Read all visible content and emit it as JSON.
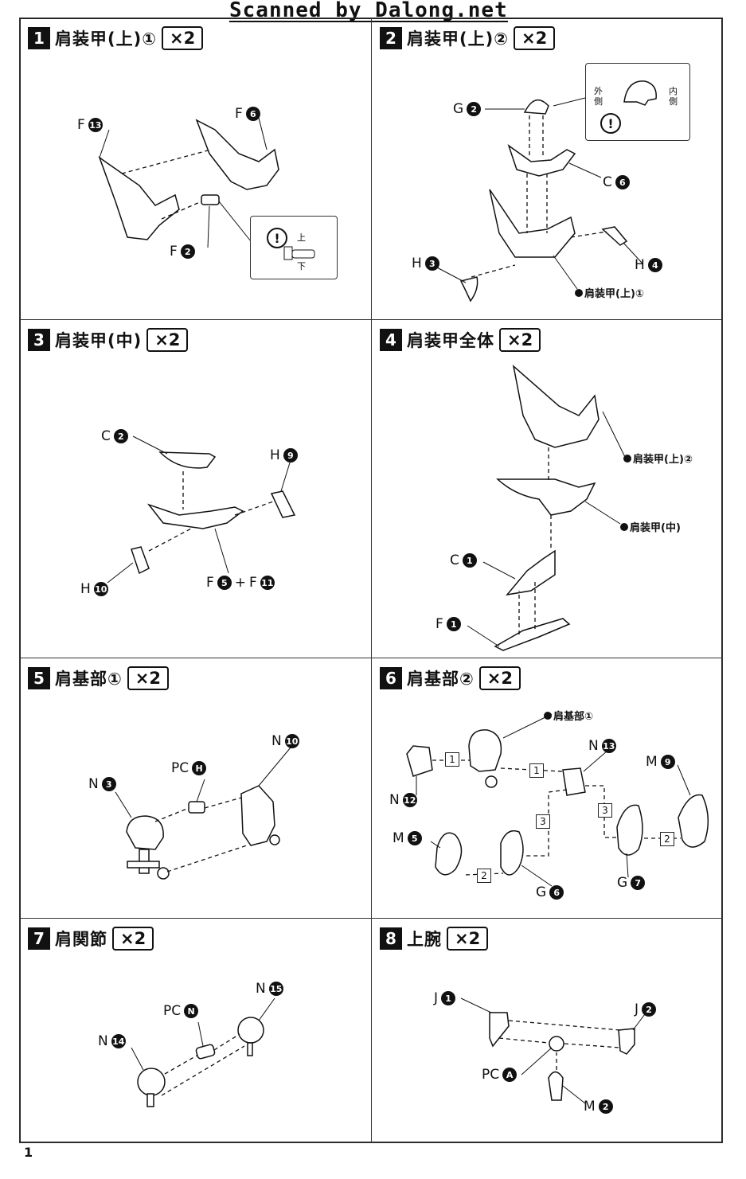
{
  "watermark": "Scanned by Dalong.net",
  "page_number": "1",
  "steps": [
    {
      "num": "1",
      "title": "肩装甲(上)①",
      "qty": "×2",
      "labels": [
        {
          "t": "F",
          "n": "13"
        },
        {
          "t": "F",
          "n": "6"
        },
        {
          "t": "F",
          "n": "2"
        }
      ],
      "note": {
        "icon": "!",
        "top": "上",
        "bottom": "下"
      }
    },
    {
      "num": "2",
      "title": "肩装甲(上)②",
      "qty": "×2",
      "labels": [
        {
          "t": "G",
          "n": "2"
        },
        {
          "t": "C",
          "n": "6"
        },
        {
          "t": "H",
          "n": "3"
        },
        {
          "t": "H",
          "n": "4"
        }
      ],
      "note": {
        "icon": "!",
        "outer": "外側",
        "inner": "内側"
      },
      "ref": "肩装甲(上)①"
    },
    {
      "num": "3",
      "title": "肩装甲(中)",
      "qty": "×2",
      "labels": [
        {
          "t": "C",
          "n": "2"
        },
        {
          "t": "H",
          "n": "9"
        },
        {
          "t": "H",
          "n": "10"
        }
      ],
      "combo": {
        "a": "F",
        "an": "5",
        "plus": "+",
        "b": "F",
        "bn": "11"
      }
    },
    {
      "num": "4",
      "title": "肩装甲全体",
      "qty": "×2",
      "labels": [
        {
          "t": "C",
          "n": "1"
        },
        {
          "t": "F",
          "n": "1"
        }
      ],
      "refs": [
        "肩装甲(上)②",
        "肩装甲(中)"
      ]
    },
    {
      "num": "5",
      "title": "肩基部①",
      "qty": "×2",
      "labels": [
        {
          "t": "N",
          "n": "3"
        },
        {
          "t": "PC",
          "n": "H"
        },
        {
          "t": "N",
          "n": "10"
        }
      ]
    },
    {
      "num": "6",
      "title": "肩基部②",
      "qty": "×2",
      "labels": [
        {
          "t": "N",
          "n": "13"
        },
        {
          "t": "M",
          "n": "9"
        },
        {
          "t": "N",
          "n": "12"
        },
        {
          "t": "M",
          "n": "5"
        },
        {
          "t": "G",
          "n": "6"
        },
        {
          "t": "G",
          "n": "7"
        }
      ],
      "ref": "肩基部①",
      "order": [
        "1",
        "1",
        "3",
        "3",
        "2",
        "2"
      ]
    },
    {
      "num": "7",
      "title": "肩関節",
      "qty": "×2",
      "labels": [
        {
          "t": "PC",
          "n": "N"
        },
        {
          "t": "N",
          "n": "15"
        },
        {
          "t": "N",
          "n": "14"
        }
      ]
    },
    {
      "num": "8",
      "title": "上腕",
      "qty": "×2",
      "labels": [
        {
          "t": "J",
          "n": "1"
        },
        {
          "t": "J",
          "n": "2"
        },
        {
          "t": "PC",
          "n": "A"
        },
        {
          "t": "M",
          "n": "2"
        }
      ]
    }
  ]
}
